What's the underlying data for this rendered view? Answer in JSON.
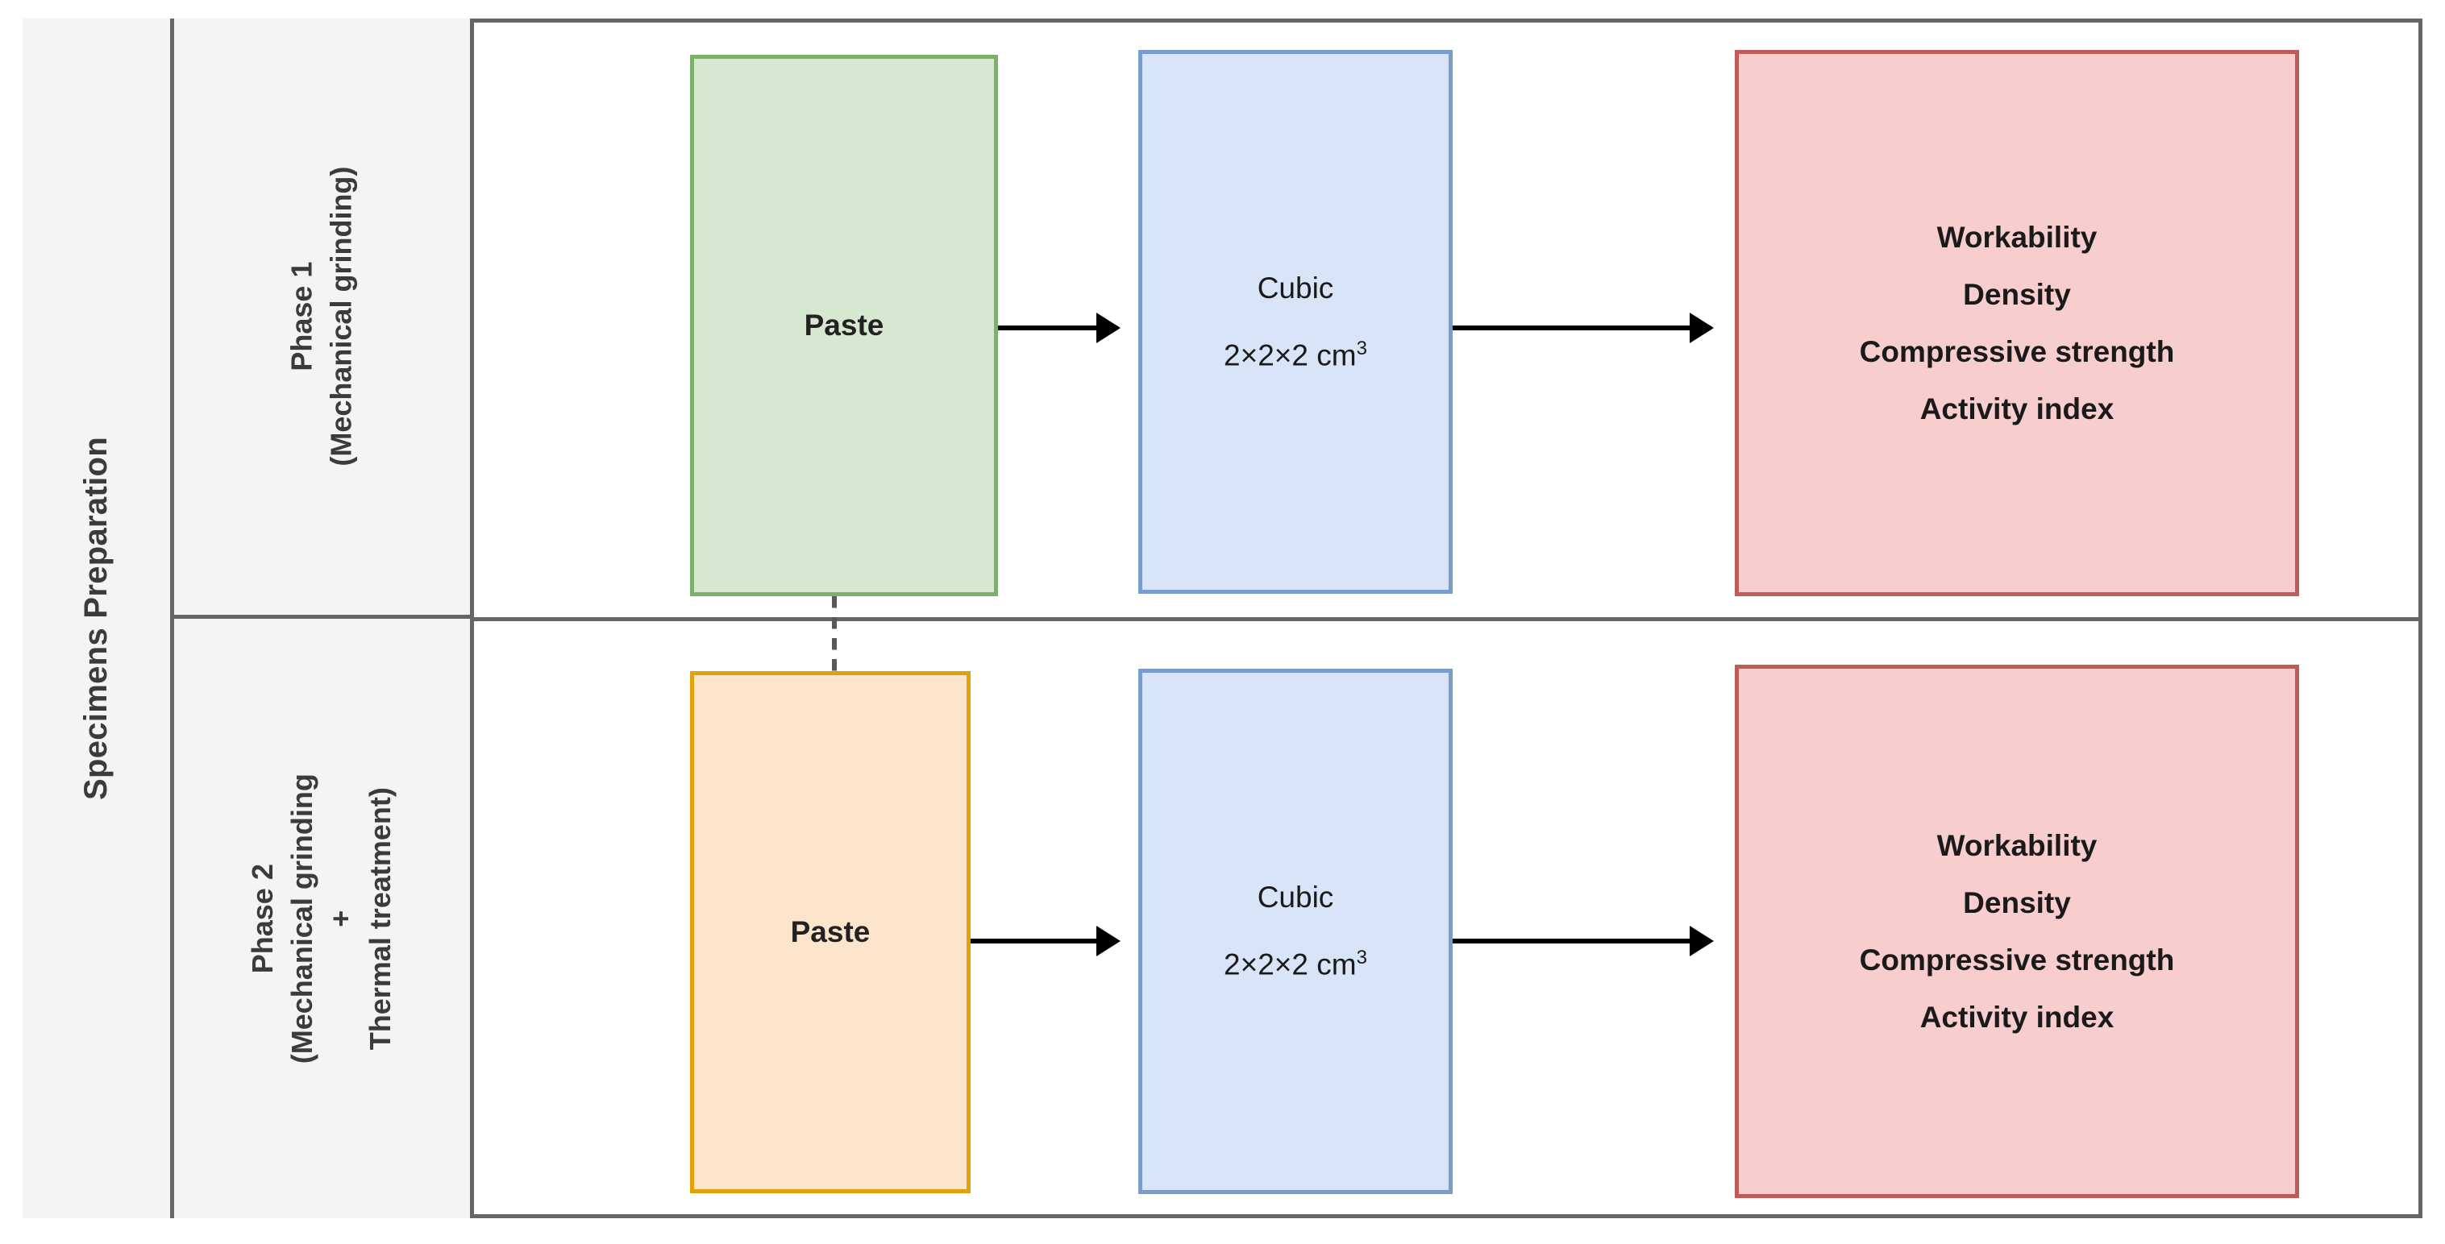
{
  "diagram": {
    "title": "Specimens Preparation",
    "rows": [
      {
        "phase_label": "Phase 1\n(Mechanical grinding)",
        "phase_line1": "Phase 1",
        "phase_line2": "(Mechanical grinding)",
        "paste_label": "Paste",
        "specimen_title": "Cubic",
        "specimen_dimension": "2×2×2 cm",
        "specimen_dimension_exponent": "3",
        "results": [
          "Workability",
          "Density",
          "Compressive strength",
          "Activity index"
        ]
      },
      {
        "phase_label": "Phase 2\n(Mechanical grinding\n+\nThermal treatment)",
        "phase_line1": "Phase 2",
        "phase_line2": "(Mechanical grinding",
        "phase_line3": "+",
        "phase_line4": "Thermal treatment)",
        "paste_label": "Paste",
        "specimen_title": "Cubic",
        "specimen_dimension": "2×2×2 cm",
        "specimen_dimension_exponent": "3",
        "results": [
          "Workability",
          "Density",
          "Compressive strength",
          "Activity index"
        ]
      }
    ],
    "colors": {
      "paste_phase1_fill": "#d7e8d0",
      "paste_phase1_border": "#7fb069",
      "paste_phase2_fill": "#fce5cb",
      "paste_phase2_border": "#e0a10a",
      "specimen_fill": "#d8e4f8",
      "specimen_border": "#7a9ccc",
      "results_fill": "#f7cdcd",
      "results_border": "#c05b57",
      "table_border": "#666666",
      "label_cell_fill": "#f4f4f4",
      "arrow": "#000000",
      "dashed_link": "#595959"
    }
  }
}
